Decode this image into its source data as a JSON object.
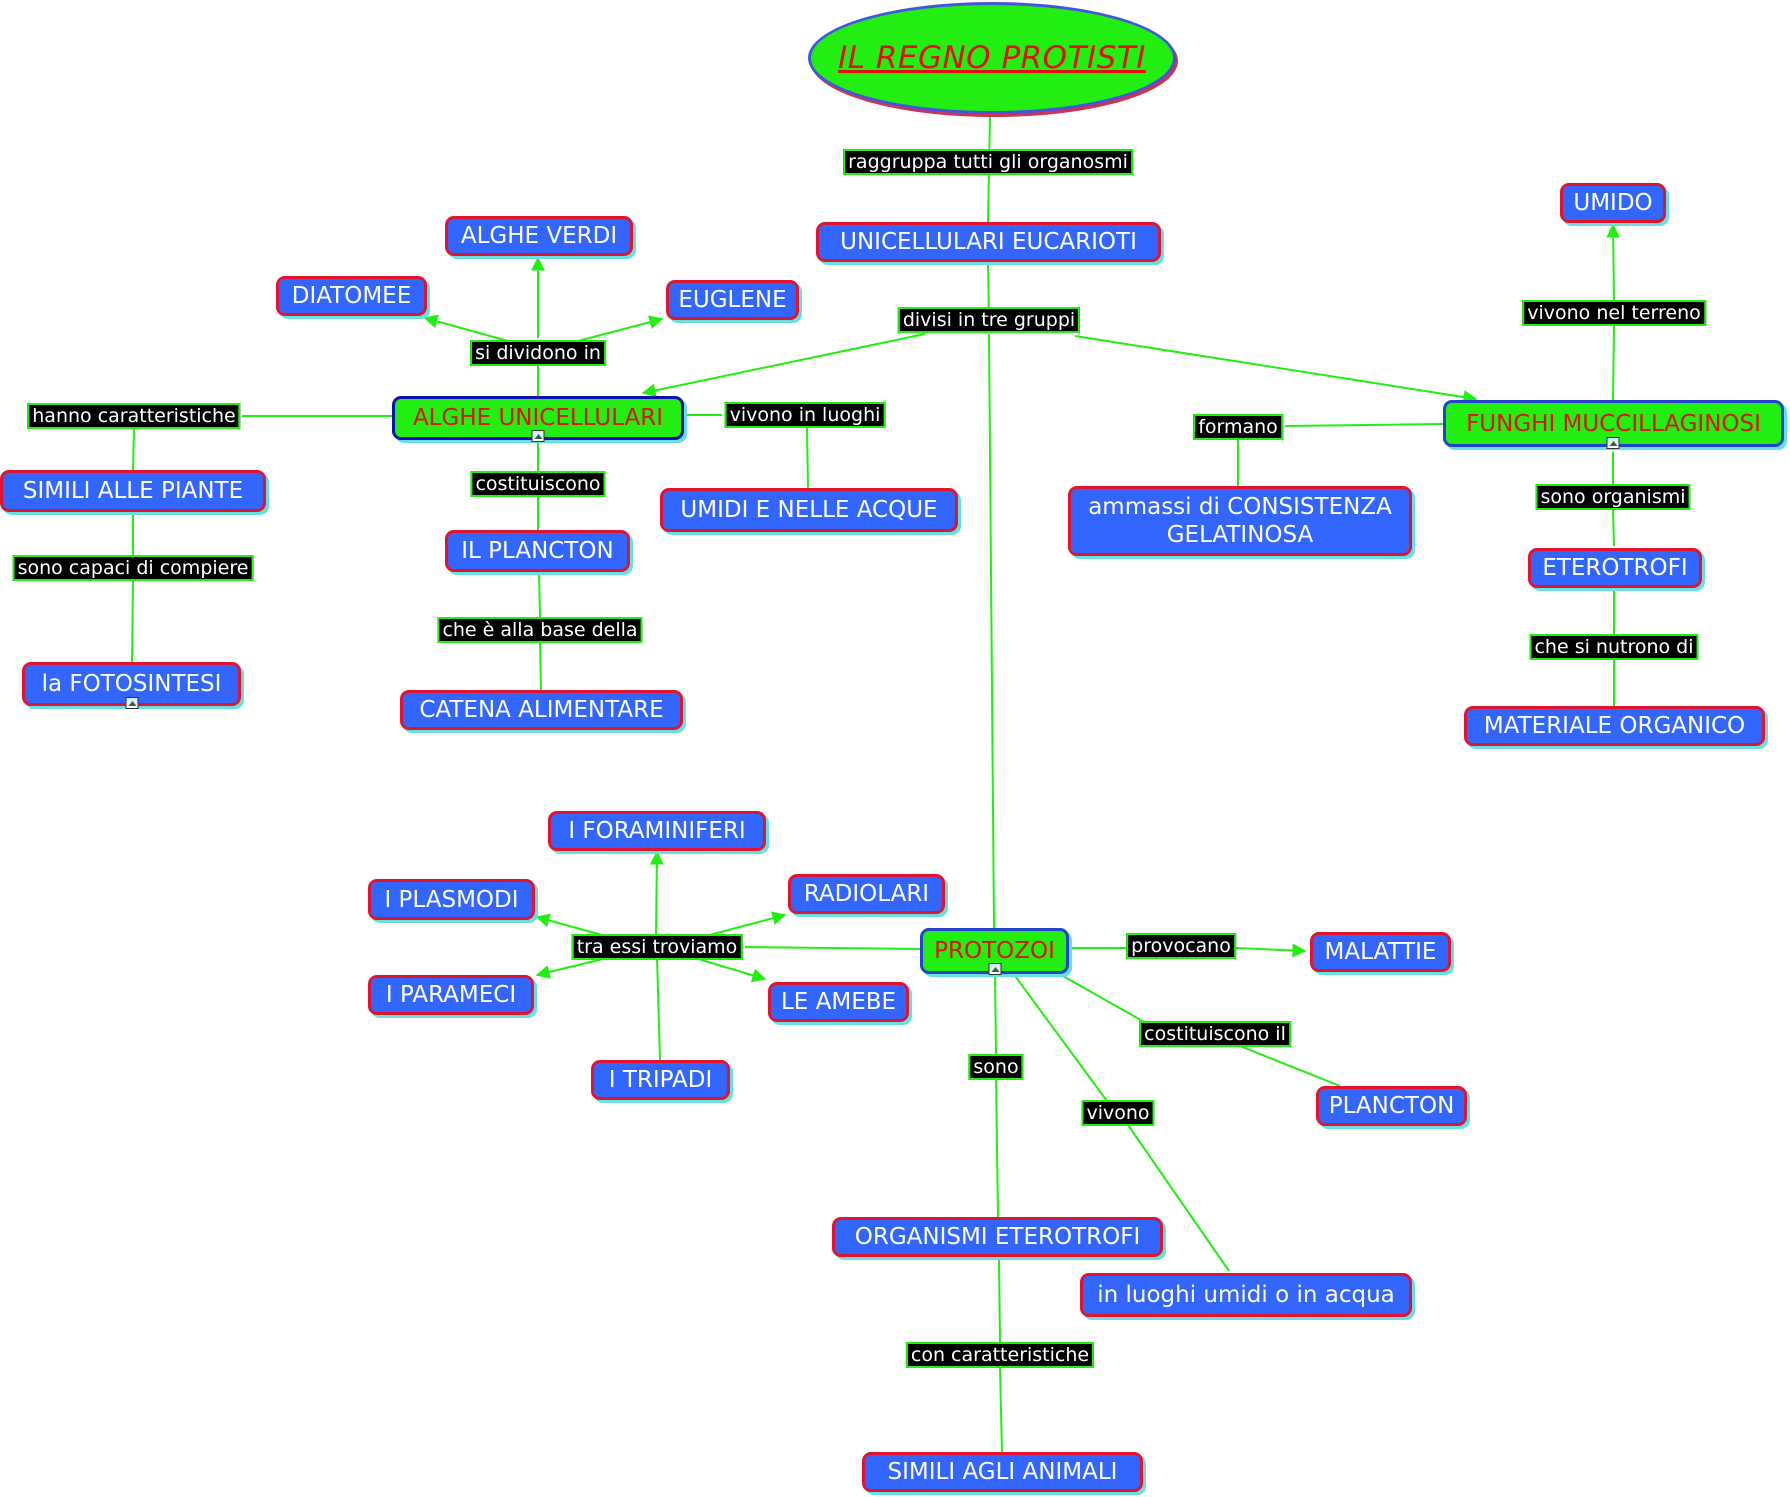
{
  "title": "IL REGNO PROTISTI",
  "colors": {
    "node_fill": "#3366ff",
    "node_border": "#e0142f",
    "highlight_fill": "#22ee11",
    "line": "#22ee11",
    "label_bg": "#000000"
  },
  "nodes": {
    "unicellulari": "UNICELLULARI EUCARIOTI",
    "alghe_unicellulari": "ALGHE UNICELLULARI",
    "funghi": "FUNGHI MUCCILLAGINOSI",
    "protozoi": "PROTOZOI",
    "alghe_verdi": "ALGHE VERDI",
    "diatomee": "DIATOMEE",
    "euglene": "EUGLENE",
    "simili_piante": "SIMILI ALLE PIANTE",
    "fotosintesi": "la FOTOSINTESI",
    "plancton_alghe": "IL PLANCTON",
    "catena": "CATENA ALIMENTARE",
    "umidi_acque": "UMIDI E NELLE ACQUE",
    "ammassi": "ammassi di CONSISTENZA GELATINOSA",
    "umido": "UMIDO",
    "eterotrofi": "ETEROTROFI",
    "materiale": "MATERIALE ORGANICO",
    "foraminiferi": "I FORAMINIFERI",
    "plasmodi": "I PLASMODI",
    "radiolari": "RADIOLARI",
    "parameci": "I PARAMECI",
    "amebe": "LE AMEBE",
    "tripadi": "I TRIPADI",
    "malattie": "MALATTIE",
    "plancton": "PLANCTON",
    "org_eterotrofi": "ORGANISMI ETEROTROFI",
    "luoghi_umidi": "in luoghi umidi o in acqua",
    "simili_animali": "SIMILI AGLI ANIMALI"
  },
  "links": {
    "raggruppa": "raggruppa tutti gli organosmi",
    "divisi": "divisi in tre gruppi",
    "si_dividono": "si dividono in",
    "hanno_caratteristiche": "hanno caratteristiche",
    "sono_capaci": "sono capaci di compiere",
    "costituiscono": "costituiscono",
    "base_della": "che è alla base della",
    "vivono_luoghi": "vivono in luoghi",
    "formano": "formano",
    "vivono_terreno": "vivono nel terreno",
    "sono_organismi": "sono organismi",
    "si_nutrono": "che si nutrono di",
    "tra_essi": "tra essi troviamo",
    "provocano": "provocano",
    "costituiscono_il": "costituiscono il",
    "sono": "sono",
    "vivono": "vivono",
    "con_caratteristiche": "con caratteristiche"
  }
}
